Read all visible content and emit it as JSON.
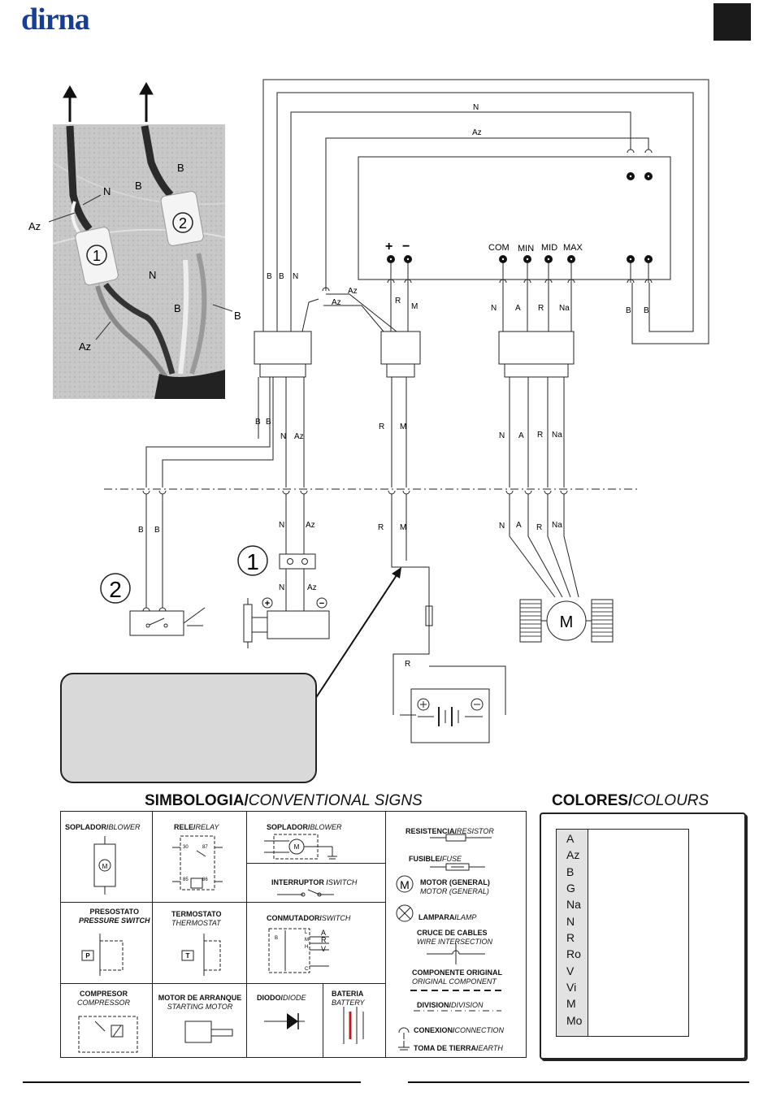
{
  "header": {
    "brand": "dirna"
  },
  "photo": {
    "labels": {
      "az_left": "Az",
      "n_top": "N",
      "b_top1": "B",
      "b_top2": "B",
      "conn1": "1",
      "conn2": "2",
      "n_mid": "N",
      "b_mid": "B",
      "b_right": "B",
      "az_bottom": "Az"
    }
  },
  "diagram": {
    "top_wires": {
      "n": "N",
      "az": "Az"
    },
    "terminals": {
      "plus": "+",
      "minus": "−",
      "com": "COM",
      "min": "MIN",
      "mid": "MID",
      "max": "MAX"
    },
    "upper_wire_labels": {
      "b1": "B",
      "b2": "B",
      "n": "N",
      "az1": "Az",
      "az2": "Az",
      "r": "R",
      "m": "M",
      "sw_n": "N",
      "sw_a": "A",
      "sw_r": "R",
      "sw_na": "Na",
      "right_b1": "B",
      "right_b2": "B"
    },
    "mid_wire_labels": {
      "b1": "B",
      "b2": "B",
      "n": "N",
      "az": "Az",
      "r": "R",
      "m": "M",
      "n2": "N",
      "a": "A",
      "r2": "R",
      "na": "Na"
    },
    "lower_wire_labels": {
      "b1": "B",
      "b2": "B",
      "n": "N",
      "az": "Az",
      "r": "R",
      "m": "M",
      "n2": "N",
      "a": "A",
      "r2": "R",
      "na": "Na"
    },
    "relay_labels": {
      "n": "N",
      "az": "Az",
      "num1": "1",
      "num2": "2"
    },
    "battery_labels": {
      "r": "R"
    },
    "motor_label": "M"
  },
  "legend": {
    "title_bold": "SIMBOLOGIA/",
    "title_italic": "CONVENTIONAL SIGNS",
    "cells": {
      "blower1": {
        "es": "SOPLADOR/",
        "en": "BLOWER"
      },
      "relay": {
        "es": "RELE/",
        "en": "RELAY"
      },
      "blower2": {
        "es": "SOPLADOR/",
        "en": "BLOWER"
      },
      "switch": {
        "es": "INTERRUPTOR /",
        "en": "SWITCH"
      },
      "pressure": {
        "es": "PRESOSTATO",
        "en": "PRESSURE SWITCH"
      },
      "thermostat": {
        "es": "TERMOSTATO",
        "en": "THERMOSTAT"
      },
      "commutator": {
        "es": "CONMUTADOR/",
        "en": "SWITCH"
      },
      "compressor": {
        "es": "COMPRESOR",
        "en": "COMPRESSOR"
      },
      "starter": {
        "es": "MOTOR DE ARRANQUE",
        "en": "STARTING MOTOR"
      },
      "diode": {
        "es": "DIODO/",
        "en": "DIODE"
      },
      "battery": {
        "es": "BATERIA",
        "en": "BATTERY"
      }
    },
    "relay_pins": {
      "p30": "30",
      "p87": "87",
      "p85": "85",
      "p86": "86"
    },
    "commutator_pins": {
      "b": "B",
      "l": "L",
      "m": "M",
      "h": "H",
      "c": "C",
      "a": "A",
      "r": "R",
      "v": "V"
    },
    "right_items": {
      "resistor": {
        "es": "RESISTENCIA/",
        "en": "RESISTOR"
      },
      "fuse": {
        "es": "FUSIBLE/",
        "en": "FUSE"
      },
      "motor": {
        "es": "MOTOR (GENERAL)",
        "en": "MOTOR (GENERAL)"
      },
      "lamp": {
        "es": "LAMPARA/",
        "en": "LAMP"
      },
      "crossing": {
        "es": "CRUCE DE CABLES",
        "en": "WIRE INTERSECTION"
      },
      "original": {
        "es": "COMPONENTE ORIGINAL",
        "en": "ORIGINAL COMPONENT"
      },
      "division": {
        "es": "DIVISION/",
        "en": "DIVISION"
      },
      "connection": {
        "es": "CONEXION/",
        "en": "CONNECTION"
      },
      "earth": {
        "es": "TOMA DE TIERRA/",
        "en": "EARTH"
      }
    },
    "symbols": {
      "motor_m": "M",
      "pressure_p": "P",
      "thermo_t": "T"
    }
  },
  "colours": {
    "title_bold": "COLORES/",
    "title_italic": "COLOURS",
    "codes": [
      "A",
      "Az",
      "B",
      "G",
      "Na",
      "N",
      "R",
      "Ro",
      "V",
      "Vi",
      "M",
      "Mo"
    ]
  }
}
